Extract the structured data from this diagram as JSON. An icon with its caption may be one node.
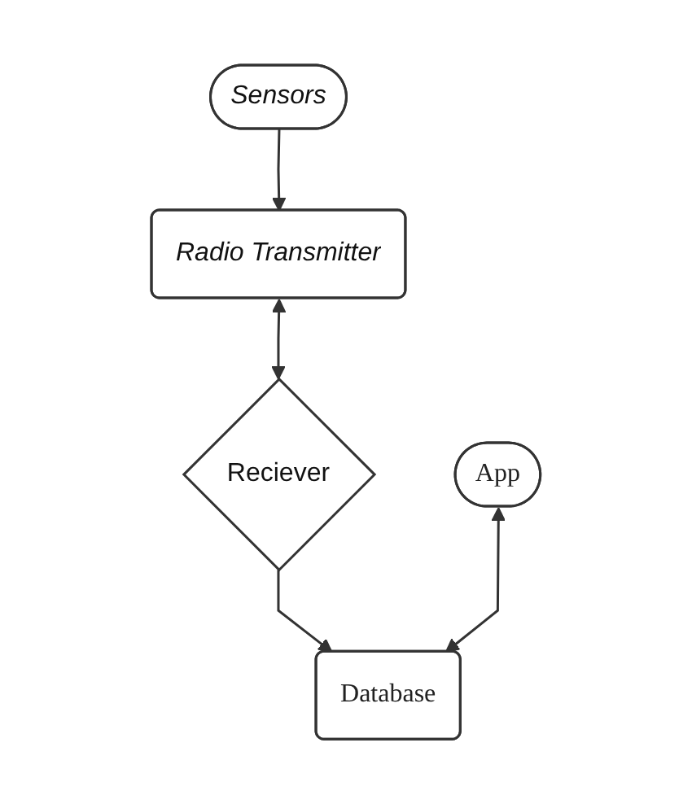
{
  "diagram": {
    "nodes": [
      {
        "text": [
          "Sensors"
        ]
      },
      {
        "text": [
          "Radio Transmitter"
        ]
      },
      {
        "text": [
          "App"
        ]
      },
      {
        "text": [
          "Reciever"
        ]
      },
      {
        "text": [
          "Database"
        ]
      }
    ],
    "edges": [
      {
        "from": 0,
        "to": 1,
        "arrow": "to"
      },
      {
        "from": 1,
        "to": 3,
        "arrow": "both"
      },
      {
        "from": 3,
        "to": 4,
        "arrow": "to"
      },
      {
        "from": 2,
        "to": 4,
        "arrow": "both"
      }
    ]
  }
}
